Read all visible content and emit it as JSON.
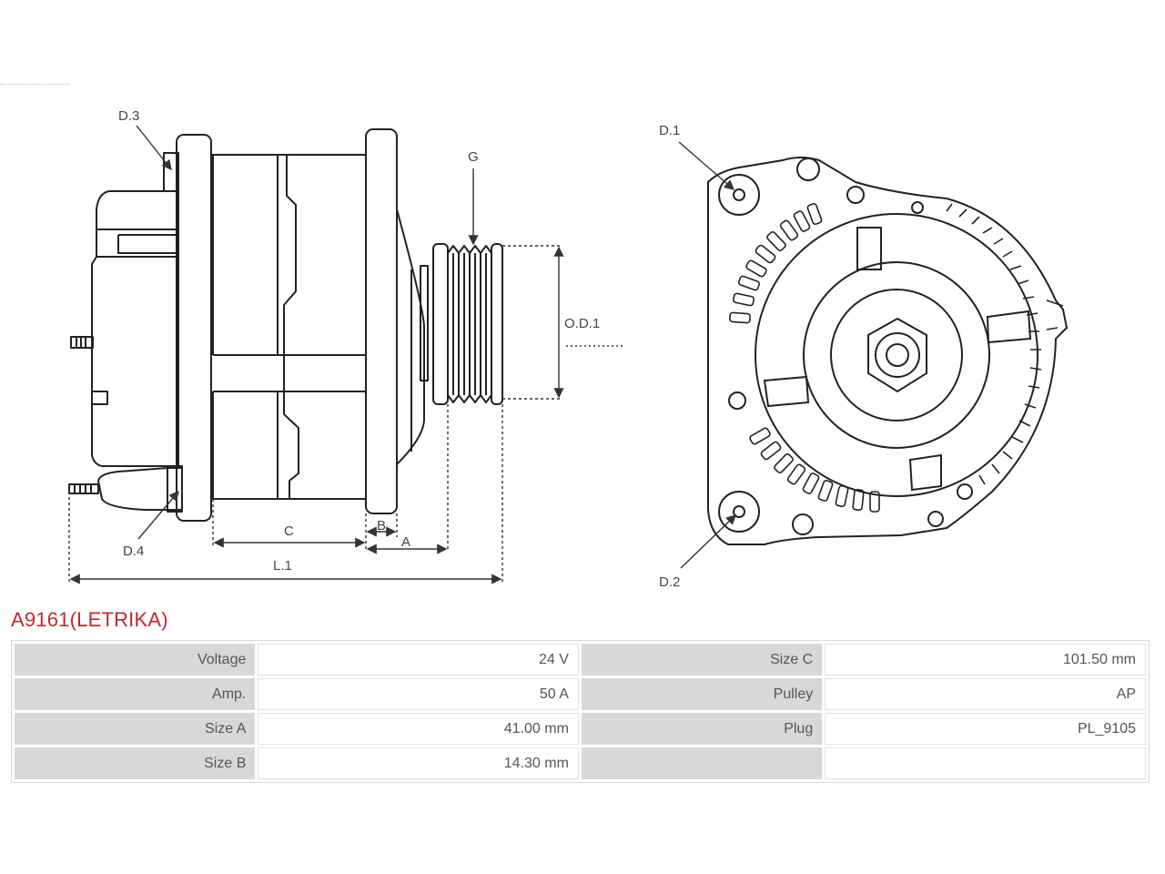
{
  "diagram": {
    "labels": {
      "d3": "D.3",
      "d4": "D.4",
      "g": "G",
      "od1": "O.D.1",
      "c": "C",
      "b": "B",
      "a": "A",
      "l1": "L.1",
      "d1": "D.1",
      "d2": "D.2"
    }
  },
  "product": {
    "title": "A9161(LETRIKA)"
  },
  "specs": {
    "rows": [
      {
        "k1": "Voltage",
        "v1": "24 V",
        "k2": "Size C",
        "v2": "101.50 mm"
      },
      {
        "k1": "Amp.",
        "v1": "50 A",
        "k2": "Pulley",
        "v2": "AP"
      },
      {
        "k1": "Size A",
        "v1": "41.00 mm",
        "k2": "Plug",
        "v2": "PL_9105"
      },
      {
        "k1": "Size B",
        "v1": "14.30 mm",
        "k2": "",
        "v2": ""
      }
    ]
  }
}
